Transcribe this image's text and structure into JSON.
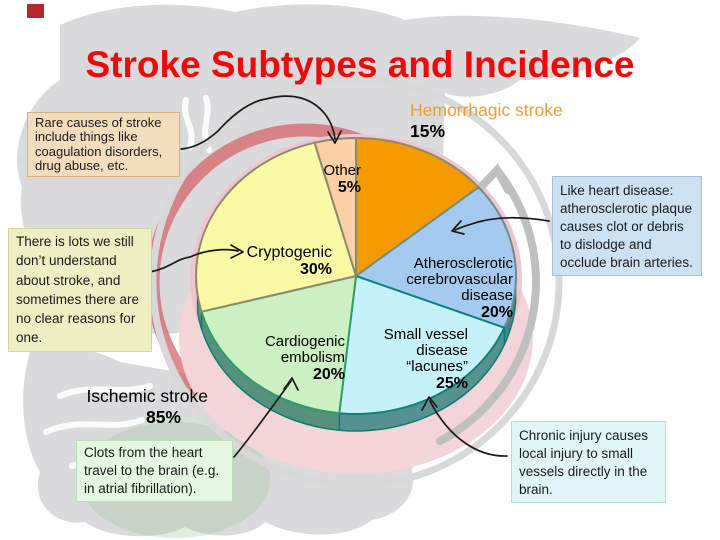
{
  "slide": {
    "title": "Stroke Subtypes and Incidence",
    "title_color": "#ee0a0a",
    "hemorrhagic_text_color": "#ef9c2d"
  },
  "chart_data": {
    "type": "pie",
    "title": "Stroke Subtypes and Incidence",
    "legend_position": "labels-on-and-around-pie",
    "groups": [
      {
        "label": "Ischemic stroke",
        "pct": "85%",
        "value": 85
      },
      {
        "label": "Hemorrhagic stroke",
        "pct": "15%",
        "value": 15
      }
    ],
    "slices": [
      {
        "label": "Hemorrhagic stroke",
        "pct": "15%",
        "value": 15,
        "color": "#f59b00",
        "border": "#8b8b6b",
        "arc_deg": 50
      },
      {
        "label": "Atherosclerotic\ncerebrovascular\ndisease",
        "pct": "20%",
        "value": 20,
        "color": "#a5caef",
        "border": "#6f8c8c",
        "arc_deg": 62
      },
      {
        "label": "Small vessel\ndisease\n“lacunes”",
        "pct": "25%",
        "value": 25,
        "color": "#c5f1fa",
        "border": "#0f827a",
        "arc_deg": 74
      },
      {
        "label": "Cardiogenic\nembolism",
        "pct": "20%",
        "value": 20,
        "color": "#cdefc4",
        "border": "#2e9e68",
        "arc_deg": 69
      },
      {
        "label": "Cryptogenic",
        "pct": "30%",
        "value": 30,
        "color": "#faf9a6",
        "border": "#8b8b6b",
        "arc_deg": 90
      },
      {
        "label": "Other",
        "pct": "5%",
        "value": 5,
        "color": "#fbd0a4",
        "border": "#8b8b6b",
        "arc_deg": 15
      }
    ],
    "note_colors": {
      "pie_depth_teal": "#0c7c6c",
      "shadow_pink": "#f3d4d8",
      "ring_gray": "#d8d8d8",
      "ring_red": "#d4646b"
    }
  },
  "callouts": {
    "rare_causes": {
      "text": "Rare causes of stroke include things like coagulation disorders, drug abuse, etc.",
      "bg": "#f4ddbc"
    },
    "cryptogenic_note": {
      "text": "There is lots we still don’t understand about stroke, and sometimes there are no clear reasons for one.",
      "bg": "#edefc3"
    },
    "atherosclerotic_note": {
      "text": "Like heart disease: atherosclerotic plaque causes clot or debris to dislodge and occlude brain arteries.",
      "bg": "#cce2f2"
    },
    "cardiogenic_note": {
      "text": "Clots from the heart travel to the brain (e.g. in atrial fibrillation).",
      "bg": "#e5f6e2"
    },
    "small_vessel_note": {
      "text": "Chronic injury causes local injury to small vessels directly in the brain.",
      "bg": "#e0f6f6"
    }
  }
}
